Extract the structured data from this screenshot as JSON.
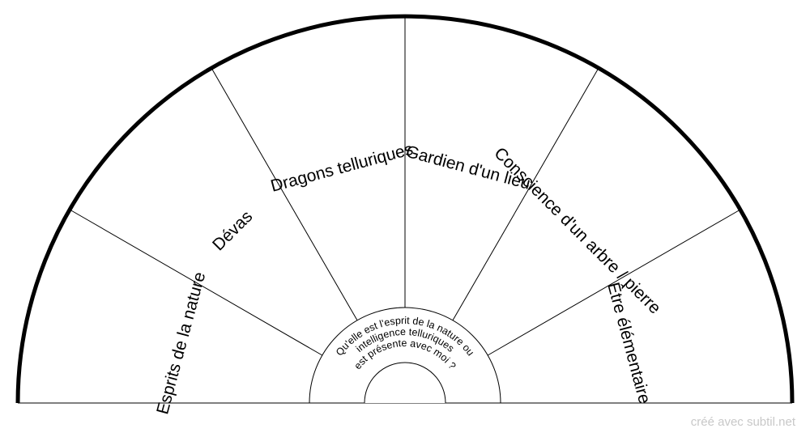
{
  "chart_title": "",
  "segments": [
    {
      "label": "Esprits de la nature"
    },
    {
      "label": "Dévas"
    },
    {
      "label": "Dragons telluriques"
    },
    {
      "label": "Gardien d'un lieu"
    },
    {
      "label": "Conscience d'un arbre / pierre"
    },
    {
      "label": "Être élémentaire"
    }
  ],
  "center": {
    "lines": [
      "Qu'elle est l'esprit de la nature ou",
      "intelligence telluriques",
      "est présente avec moi ?"
    ]
  },
  "footer": {
    "credit": "créé avec subtil.net"
  },
  "colors": {
    "line": "#000000",
    "credit": "#c8c8c8",
    "background": "#ffffff"
  }
}
